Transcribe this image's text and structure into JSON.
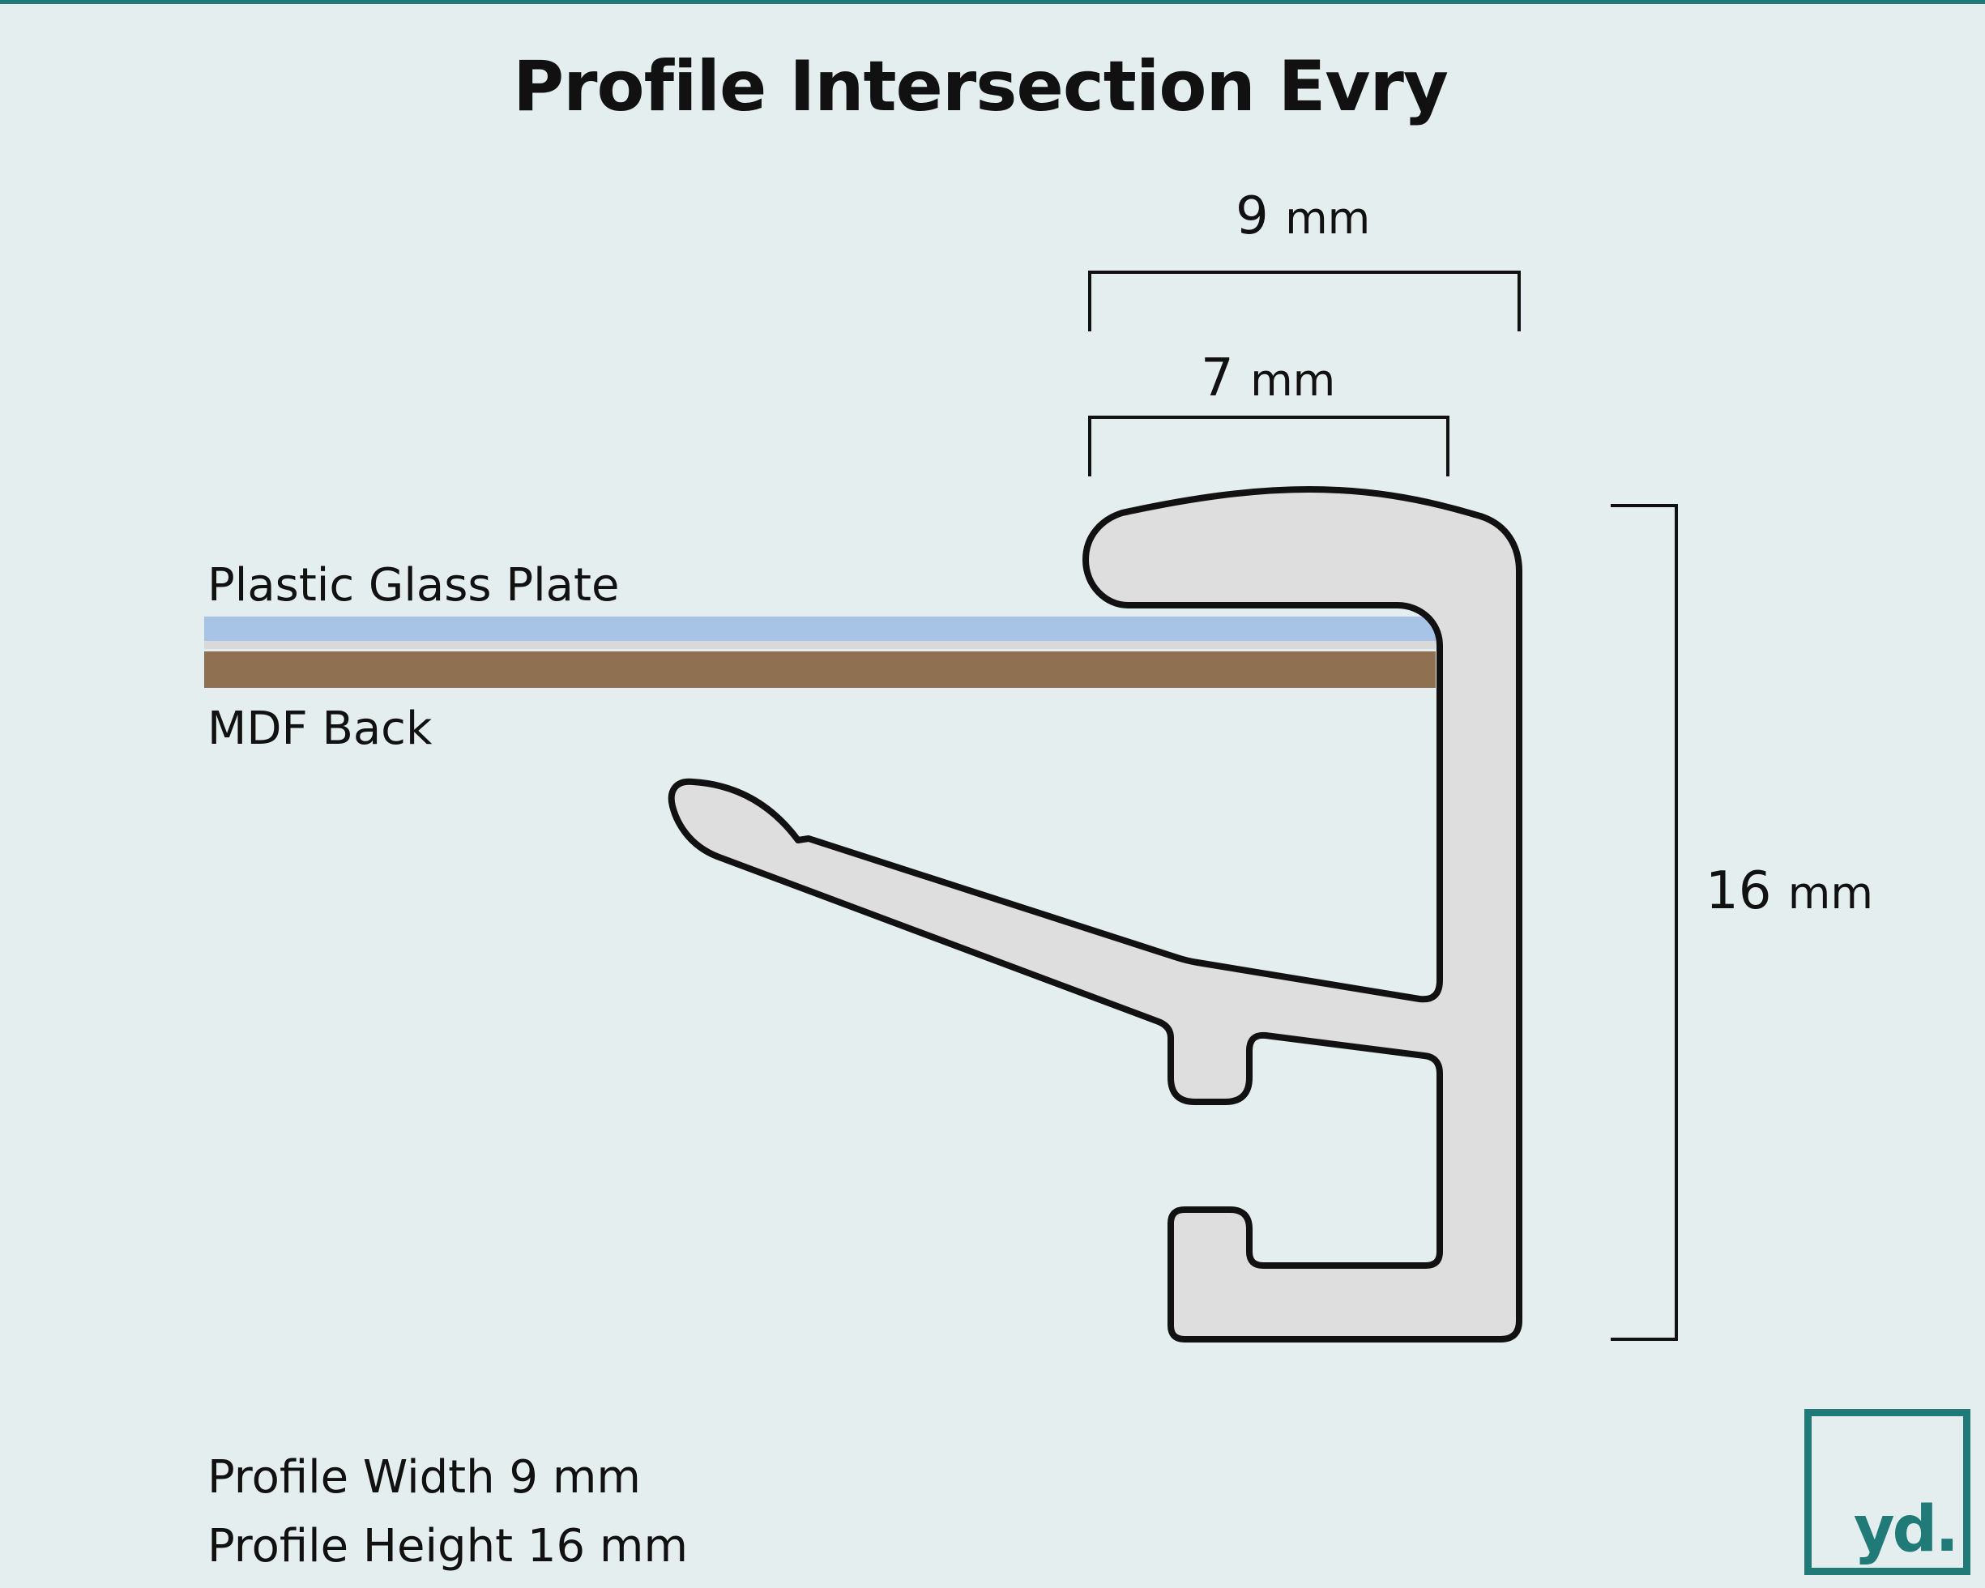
{
  "title": "Profile Intersection Evry",
  "dimensions": {
    "outer_width": {
      "value": "9",
      "unit": "mm"
    },
    "inner_width": {
      "value": "7",
      "unit": "mm"
    },
    "height": {
      "value": "16",
      "unit": "mm"
    }
  },
  "layers": {
    "glass": {
      "label": "Plastic Glass Plate",
      "color": "#a7c3e6"
    },
    "back": {
      "label": "MDF Back",
      "color": "#8f7050"
    }
  },
  "specs": {
    "width_line": "Profile Width 9 mm",
    "height_line": "Profile Height 16 mm"
  },
  "logo": {
    "text": "yd."
  },
  "colors": {
    "background": "#e4eeef",
    "profile_fill": "#dedede",
    "outline": "#111111",
    "brand": "#1f7a78"
  }
}
